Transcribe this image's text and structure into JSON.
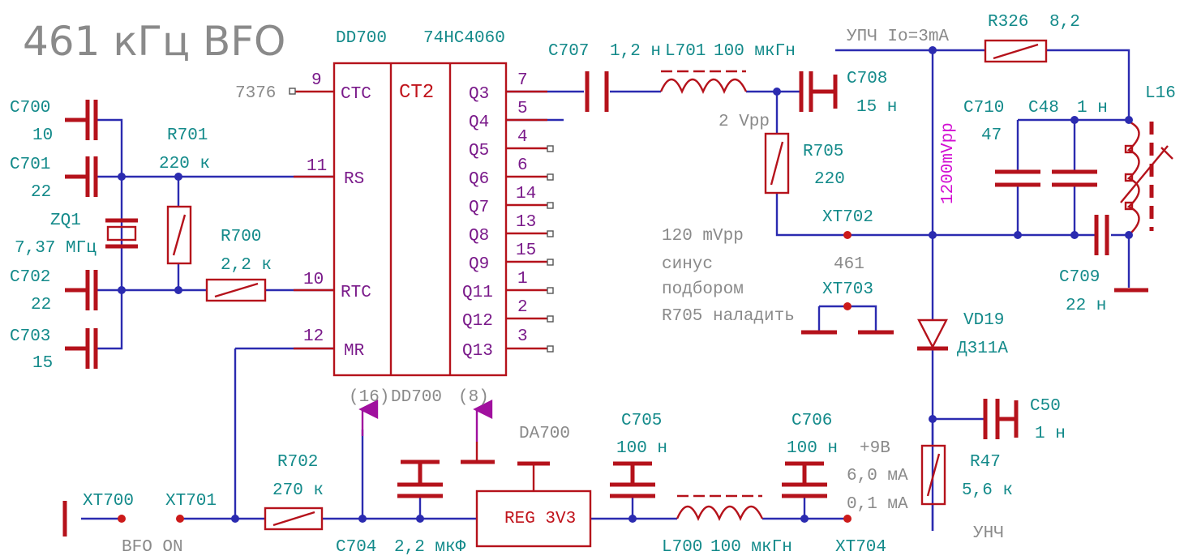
{
  "title": "461 кГц BFO",
  "ic": {
    "ref": "DD700",
    "part": "74HC4060",
    "type": "CT2",
    "ref_bottom": "DD700",
    "vcc_pin": "(16)",
    "gnd_pin": "(8)",
    "pins_left": [
      {
        "num": "9",
        "name": "CTC"
      },
      {
        "num": "11",
        "name": "RS"
      },
      {
        "num": "10",
        "name": "RTC"
      },
      {
        "num": "12",
        "name": "MR"
      }
    ],
    "pins_right": [
      {
        "num": "7",
        "name": "Q3"
      },
      {
        "num": "5",
        "name": "Q4"
      },
      {
        "num": "4",
        "name": "Q5"
      },
      {
        "num": "6",
        "name": "Q6"
      },
      {
        "num": "14",
        "name": "Q7"
      },
      {
        "num": "13",
        "name": "Q8"
      },
      {
        "num": "15",
        "name": "Q9"
      },
      {
        "num": "1",
        "name": "Q11"
      },
      {
        "num": "2",
        "name": "Q12"
      },
      {
        "num": "3",
        "name": "Q13"
      }
    ],
    "ctc_net": "7376"
  },
  "components": {
    "c700": {
      "ref": "C700",
      "value": "10"
    },
    "c701": {
      "ref": "C701",
      "value": "22"
    },
    "zq1": {
      "ref": "ZQ1",
      "value": "7,37 МГц"
    },
    "c702": {
      "ref": "C702",
      "value": "22"
    },
    "c703": {
      "ref": "C703",
      "value": "15"
    },
    "r701": {
      "ref": "R701",
      "value": "220 к"
    },
    "r700": {
      "ref": "R700",
      "value": "2,2 к"
    },
    "c707": {
      "ref": "C707",
      "value": "1,2 н"
    },
    "l701": {
      "ref": "L701",
      "value": "100 мкГн"
    },
    "c708": {
      "ref": "C708",
      "value": "15 н"
    },
    "r705": {
      "ref": "R705",
      "value": "220"
    },
    "r326": {
      "ref": "R326",
      "value": "8,2"
    },
    "l16": {
      "ref": "L16"
    },
    "c710": {
      "ref": "C710",
      "value": "47"
    },
    "c48": {
      "ref": "C48",
      "value": "1 н"
    },
    "c709": {
      "ref": "C709",
      "value": "22 н"
    },
    "vd19": {
      "ref": "VD19",
      "value": "Д311А"
    },
    "c50": {
      "ref": "C50",
      "value": "1 н"
    },
    "r47": {
      "ref": "R47",
      "value": "5,6 к"
    },
    "r702": {
      "ref": "R702",
      "value": "270 к"
    },
    "c704": {
      "ref": "C704",
      "value": "2,2 мкФ"
    },
    "da700": {
      "ref": "DA700",
      "value": "REG 3V3"
    },
    "c705": {
      "ref": "C705",
      "value": "100 н"
    },
    "l700": {
      "ref": "L700",
      "value": "100 мкГн"
    },
    "c706": {
      "ref": "C706",
      "value": "100 н"
    }
  },
  "connectors": {
    "xt700": "XT700",
    "xt701": "XT701",
    "xt702": "XT702",
    "xt703": "XT703",
    "xt704": "XT704",
    "xt703_value": "461"
  },
  "notes": {
    "vpp2": "2 Vpp",
    "upch": "УПЧ  Io=3mA",
    "vpp1200": "1200mVpp",
    "mvpp120": "120 mVpp",
    "sine": "синус",
    "select": "подбором",
    "adjust": "R705 наладить",
    "bfo_on": "BFO ON",
    "v9": "+9В",
    "ma6": "6,0 мА",
    "ma01": "0,1 мА",
    "unch": "УНЧ"
  },
  "colors": {
    "wire": "#2b2bb0",
    "part": "#b5121b",
    "label": "#138a8a",
    "note": "#8a8a8a",
    "pin": "#7a1a8a",
    "probe": "#d20fd2"
  }
}
